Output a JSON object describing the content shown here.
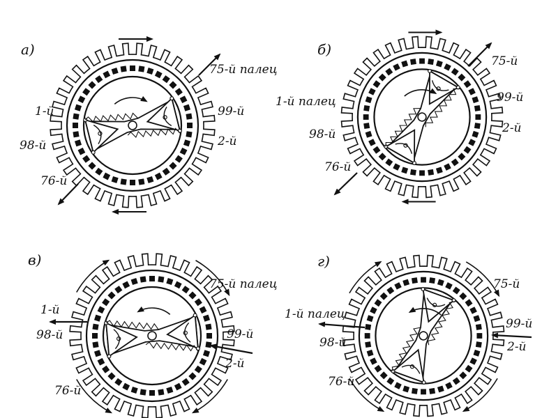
{
  "panels": [
    {
      "letter": "а)",
      "arm_angle_deg": -14,
      "inner_arrow": "cw",
      "outer_arrows": "horizontal",
      "labels": {
        "f75": "75-й палец",
        "f1": "1-й",
        "f99": "99-й",
        "f98": "98-й",
        "f2": "2-й",
        "f76": "76-й"
      }
    },
    {
      "letter": "б)",
      "arm_angle_deg": -60,
      "inner_arrow": "cw",
      "outer_arrows": "horizontal",
      "labels": {
        "f75": "75-й",
        "f1": "1-й палец",
        "f99": "99-й",
        "f98": "98-й",
        "f2": "2-й",
        "f76": "76-й"
      }
    },
    {
      "letter": "в)",
      "arm_angle_deg": -5,
      "inner_arrow": "ccw",
      "outer_arrows": "side",
      "labels": {
        "f75": "75-й палец",
        "f1": "1-й",
        "f99": "99-й",
        "f98": "98-й",
        "f2": "2-й",
        "f76": "76-й"
      }
    },
    {
      "letter": "г)",
      "arm_angle_deg": -70,
      "inner_arrow": "ccw",
      "outer_arrows": "side",
      "labels": {
        "f75": "75-й",
        "f1": "1-й палец",
        "f99": "99-й",
        "f98": "98-й",
        "f2": "2-й",
        "f76": "76-й"
      }
    }
  ],
  "colors": {
    "ink": "#111111",
    "paper": "#ffffff"
  }
}
